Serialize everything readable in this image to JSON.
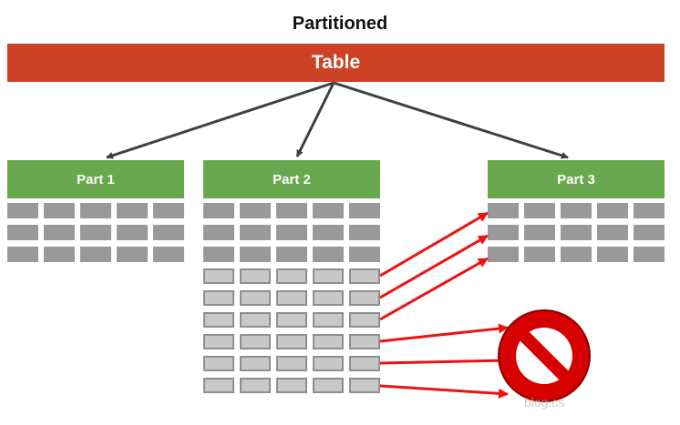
{
  "title": "Partitioned",
  "table_label": "Table",
  "parts": [
    {
      "label": "Part 1"
    },
    {
      "label": "Part 2"
    },
    {
      "label": "Part 3"
    }
  ],
  "watermark": "blog.cs",
  "colors": {
    "table": "#cd4125",
    "part_header": "#6aa84f",
    "row_cell": "#999999",
    "new_row_cell": "#c8c8c8",
    "tree_arrow": "#404040",
    "insert_arrow": "#ee1111",
    "forbidden_sign": "#d60000"
  },
  "icons": {
    "forbidden": "no-entry-sign-icon"
  }
}
